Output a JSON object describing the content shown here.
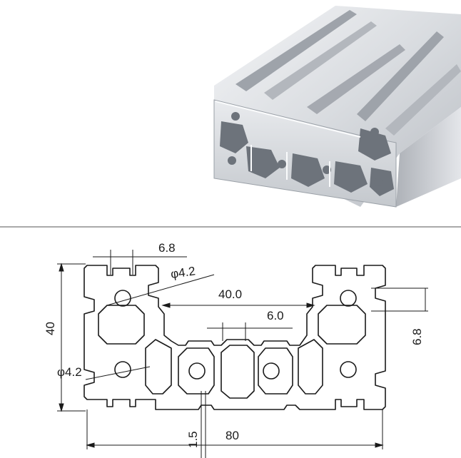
{
  "photo": {
    "subject": "aluminum-extrusion-profile-render",
    "colors": {
      "metal_light": "#eef0f3",
      "metal_mid": "#c5c9cf",
      "metal_dark": "#8c9198",
      "background": "#ffffff"
    }
  },
  "drawing": {
    "line_color": "#1a1a1a",
    "dimensions": {
      "slot_width": "6.8",
      "hole_diameter_top": "φ4.2",
      "center_distance": "40.0",
      "slot_gap": "6.0",
      "height": "40",
      "slot_depth": "6.8",
      "hole_diameter_bottom": "φ4.2",
      "wall_thickness": "1.5",
      "width": "80"
    }
  }
}
